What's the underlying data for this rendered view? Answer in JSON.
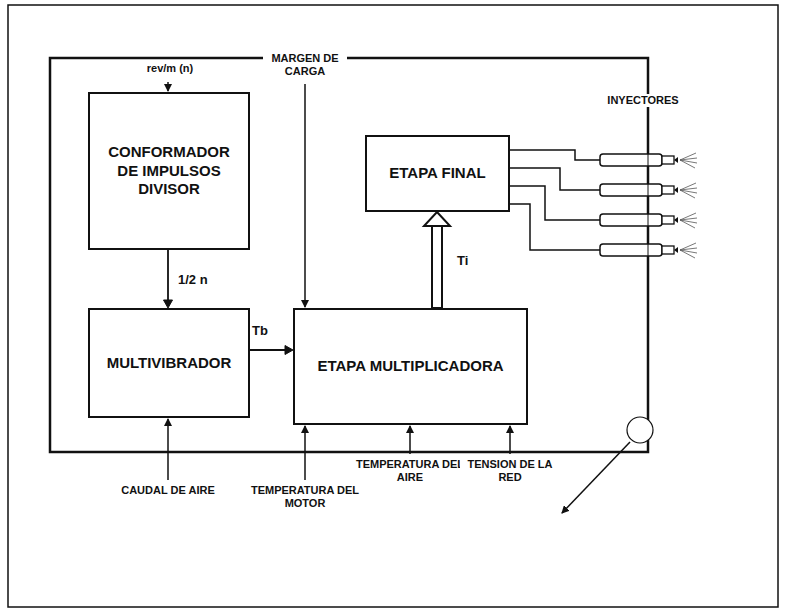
{
  "diagram": {
    "nodes": [
      {
        "text": [
          "CONFORMADOR DE IMPULSOS DIVISOR"
        ]
      },
      {
        "text": [
          "ETAPA FINAL"
        ]
      },
      {
        "text": [
          "MULTIVIBRADOR"
        ]
      },
      {
        "text": [
          "ETAPA MULTIPLICADORA"
        ]
      }
    ],
    "edges": [
      {
        "from": 0,
        "to": 2,
        "arrow": "to",
        "label": "1/2 n"
      },
      {
        "from": 2,
        "to": 3,
        "arrow": "to",
        "label": "Tb"
      },
      {
        "from": 3,
        "to": 1,
        "arrow": "to",
        "label": "Ti"
      }
    ],
    "labels": [
      "rev/m (n)",
      "MARGEN DE CARGA",
      "INYECTORES",
      "CAUDAL DE AIRE",
      "TEMPERATURA DEL MOTOR",
      "TEMPERATURA DEL AIRE",
      "TENSION DE LA RED"
    ]
  }
}
